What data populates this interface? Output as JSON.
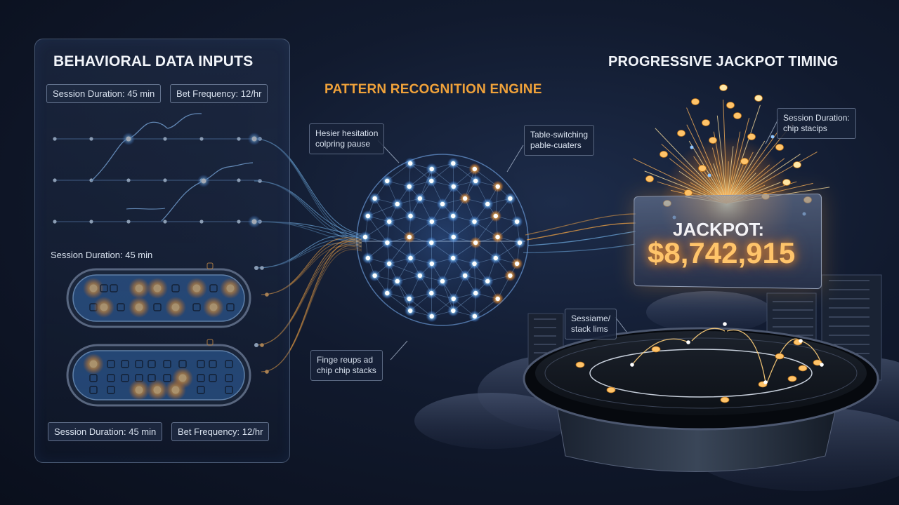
{
  "left_panel": {
    "title": "BEHAVIORAL DATA INPUTS",
    "top_chips": [
      "Session Duration: 45 min",
      "Bet Frequency: 12/hr"
    ],
    "mid_label": "Session Duration: 45 min",
    "bottom_chips": [
      "Session Duration: 45 min",
      "Bet Frequency: 12/hr"
    ]
  },
  "engine": {
    "title": "PATTERN RECOGNITION ENGINE",
    "annotations": {
      "top_left": [
        "Hesier hesitation",
        "colpring pause"
      ],
      "top_right": [
        "Table-switching",
        "pable-cuaters"
      ],
      "bottom_left": [
        "Finge reups ad",
        "chip chip stacks"
      ]
    }
  },
  "jackpot": {
    "title": "PROGRESSIVE JACKPOT TIMING",
    "label": "JACKPOT:",
    "value": "$8,742,915",
    "annotations": {
      "top_right": [
        "Session Duration:",
        "chip stacips"
      ],
      "table": [
        "Sessiame/",
        "stack lims"
      ]
    }
  },
  "colors": {
    "blue_node": "#7fc4ff",
    "orange_node": "#ffab45",
    "gold": "#ffc46a",
    "background": "#111a2e"
  }
}
